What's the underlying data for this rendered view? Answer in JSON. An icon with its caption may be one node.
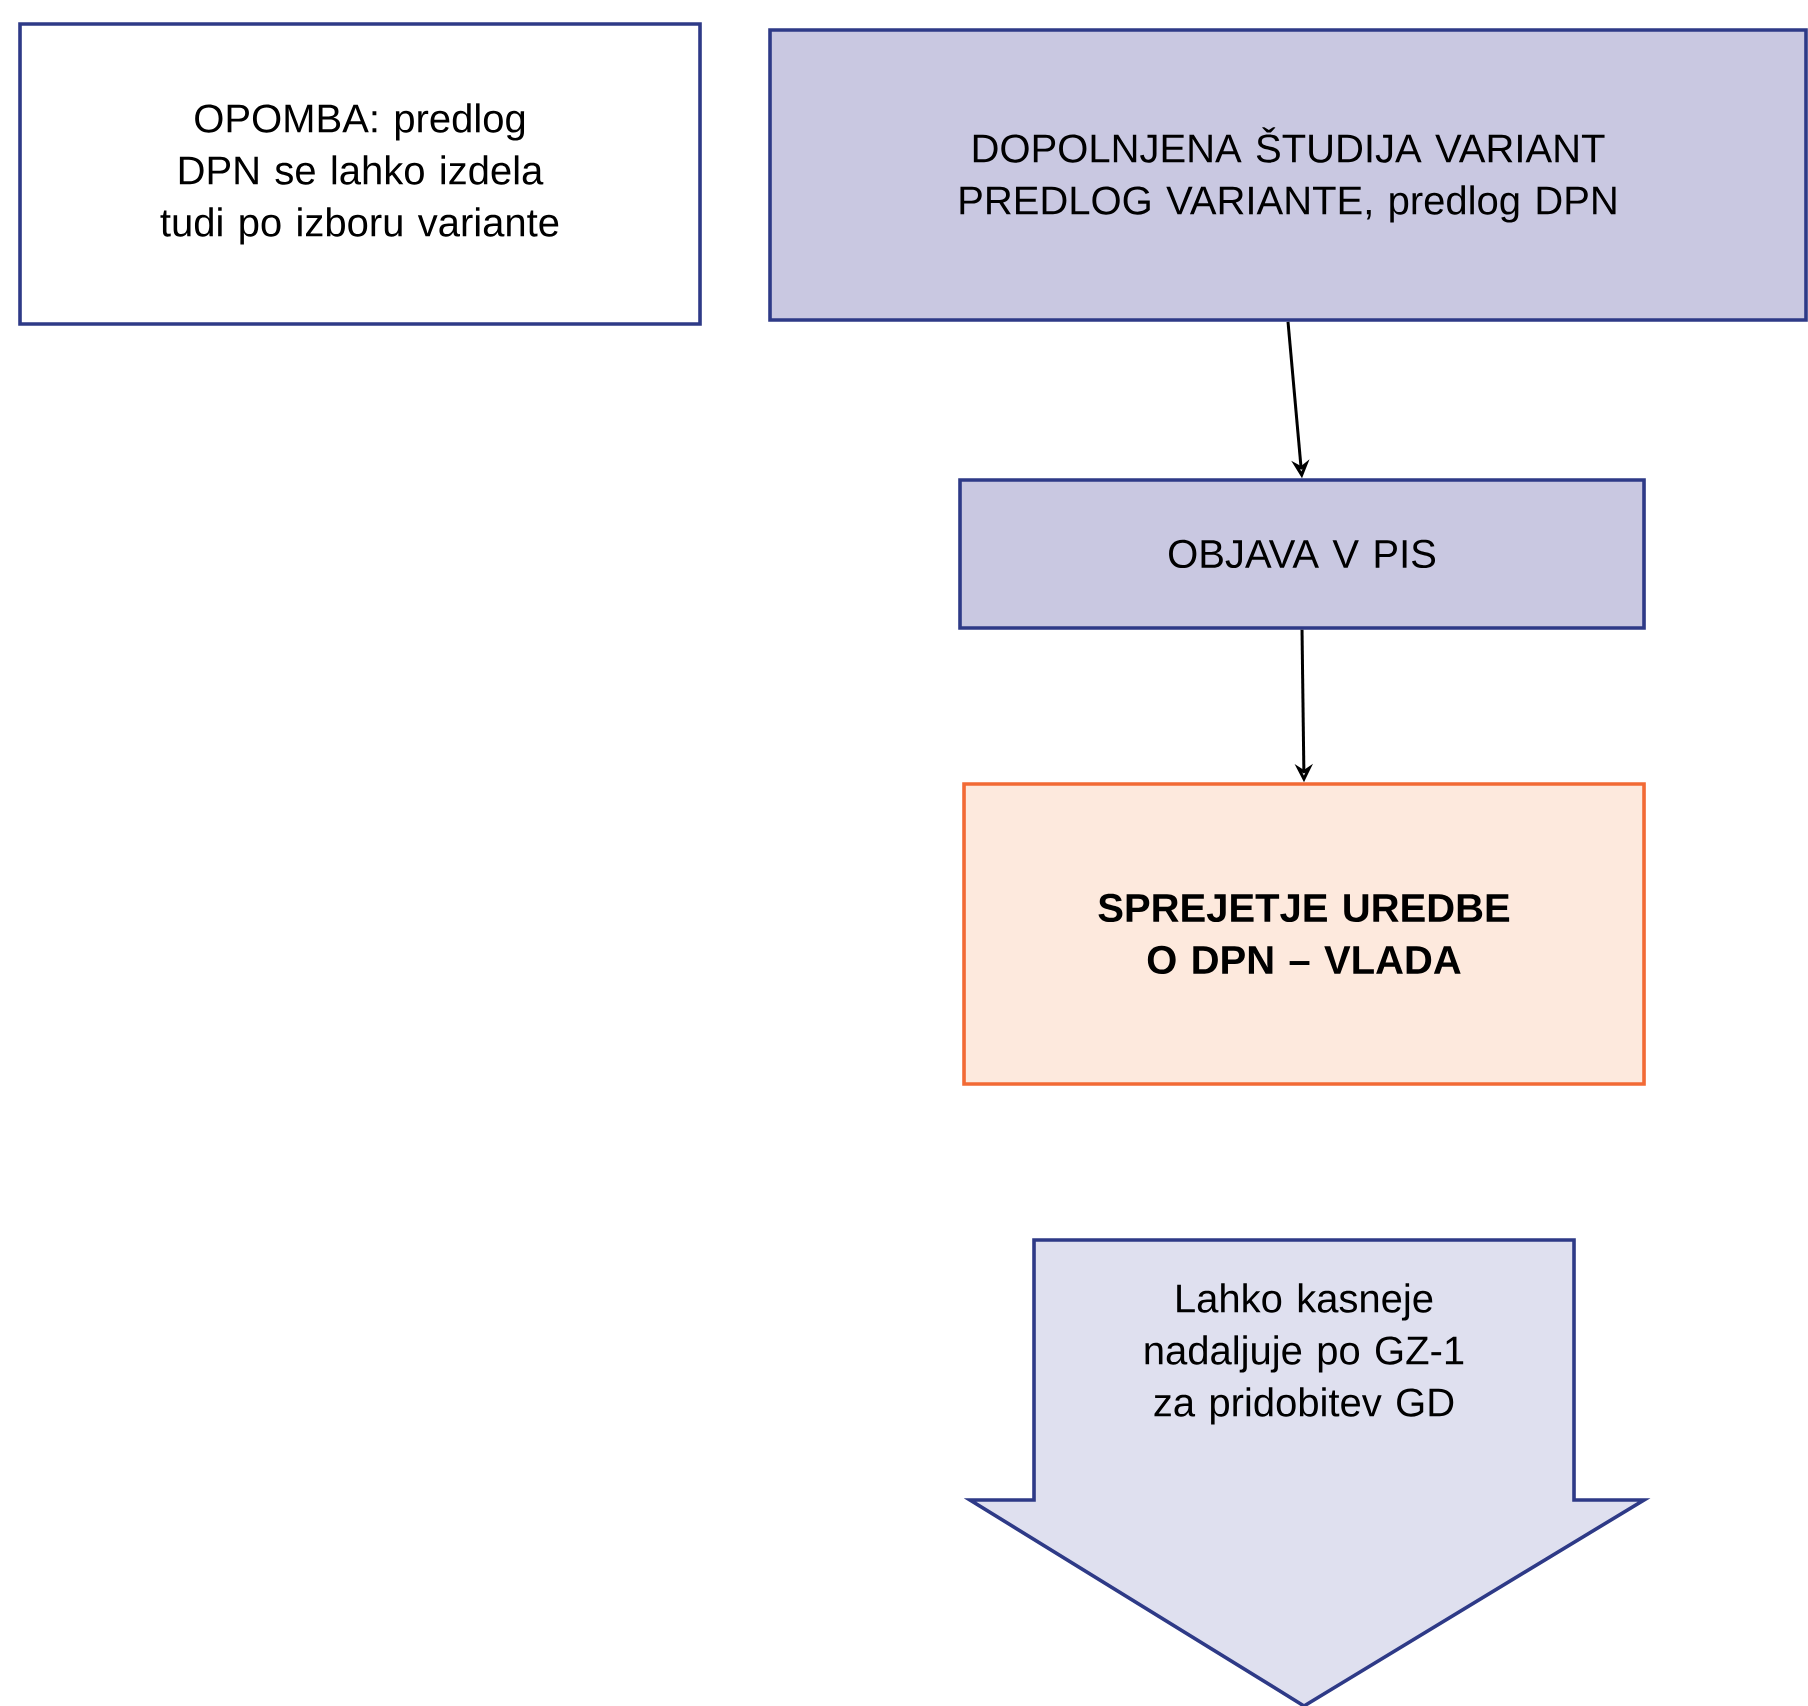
{
  "diagram": {
    "nodes": [
      {
        "text": [
          "OPOMBA: predlog DPN se lahko izdela tudi po izboru variante"
        ]
      },
      {
        "text": [
          "DOPOLNJENA ŠTUDIJA VARIANT PREDLOG VARIANTE, predlog DPN"
        ]
      },
      {
        "text": [
          "OBJAVA V PIS"
        ]
      },
      {
        "text": [
          "SPREJETJE UREDBE O DPN – VLADA"
        ]
      },
      {
        "text": [
          "Lahko kasneje nadaljuje po GZ-1 za pridobitev GD"
        ]
      }
    ],
    "edges": [
      {
        "from": 1,
        "to": 2,
        "arrow": "to"
      },
      {
        "from": 2,
        "to": 3,
        "arrow": "to"
      }
    ]
  }
}
